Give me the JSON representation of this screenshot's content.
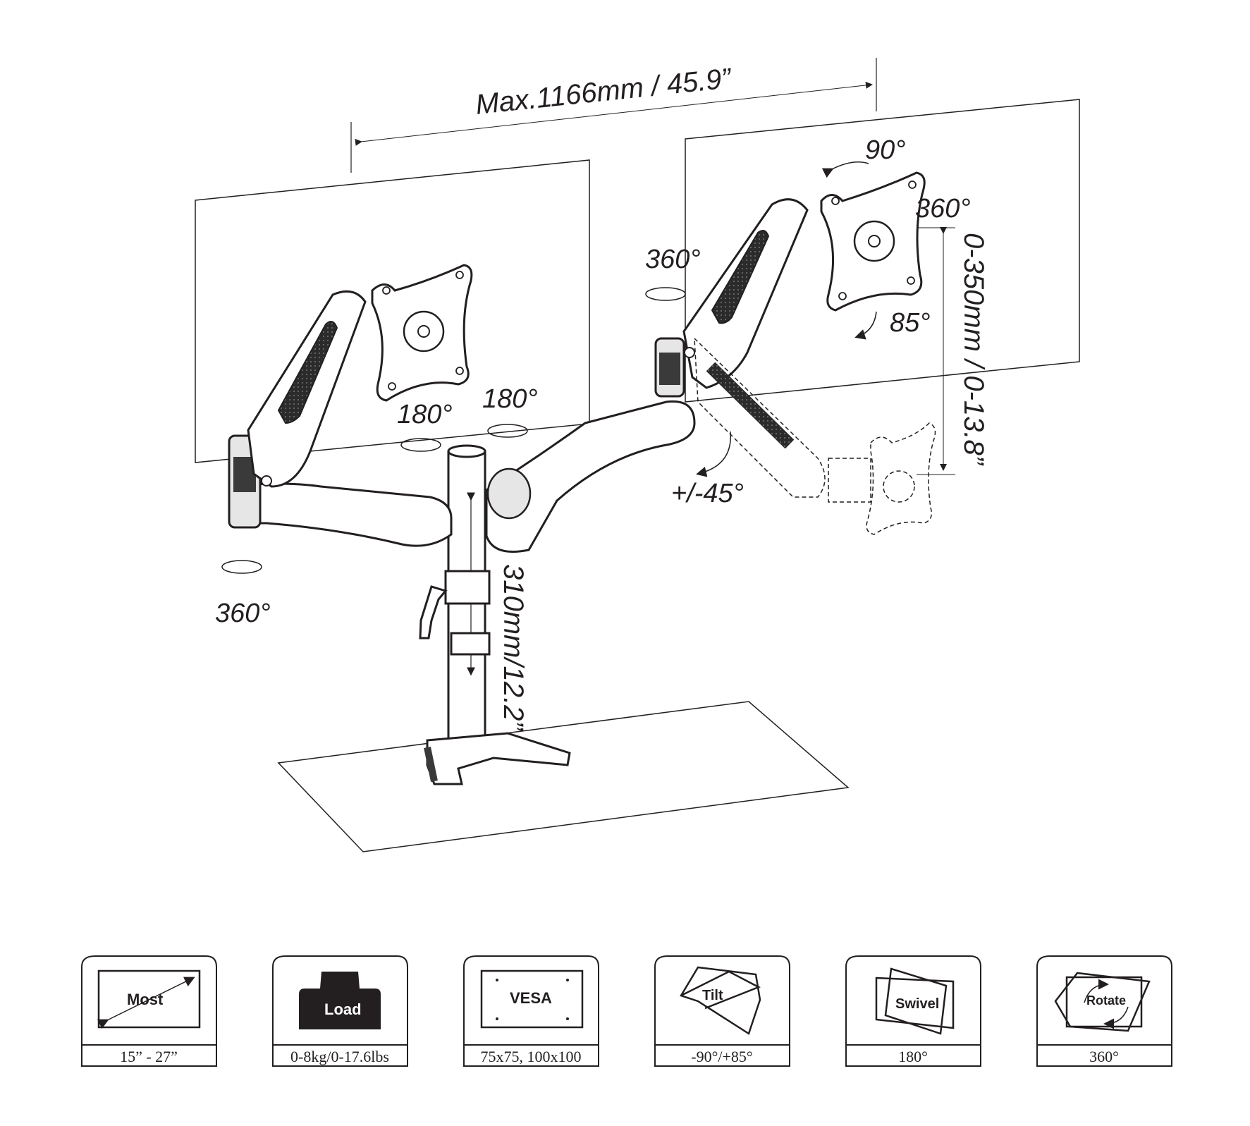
{
  "diagram": {
    "dimensions": {
      "max_width": "Max.1166mm / 45.9”",
      "height_adjust": "0-350mm / 0-13.8”",
      "pole_height": "310mm/12.2”"
    },
    "angles": {
      "tilt_up": "90°",
      "rotate_right": "360°",
      "tilt_down": "85°",
      "elbow_swivel_right": "360°",
      "arm_swivel_left": "180°",
      "arm_swivel_right": "180°",
      "base_swivel_left": "360°",
      "arm_tilt": "+/-45°"
    }
  },
  "features": [
    {
      "icon": "Most",
      "caption": "15” - 27”"
    },
    {
      "icon": "Load",
      "caption": "0-8kg/0-17.6lbs"
    },
    {
      "icon": "VESA",
      "caption": "75x75, 100x100"
    },
    {
      "icon": "Tilt",
      "caption": "-90°/+85°"
    },
    {
      "icon": "Swivel",
      "caption": "180°"
    },
    {
      "icon": "Rotate",
      "caption": "360°"
    }
  ],
  "colors": {
    "ink": "#231f20",
    "arm_dark": "#3a3a3a",
    "arm_light": "#e6e6e6",
    "panel": "#ffffff"
  }
}
